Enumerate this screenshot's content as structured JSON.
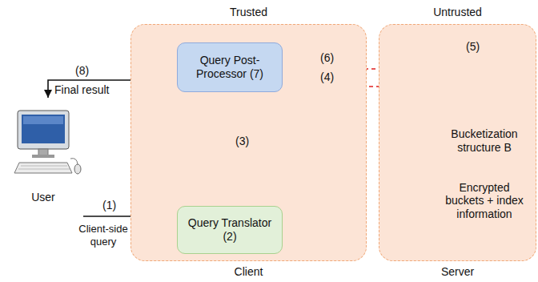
{
  "diagram": {
    "nodes": [
      {
        "text": [
          "User"
        ]
      },
      {
        "text": [
          "Trusted",
          "Client"
        ]
      },
      {
        "text": [
          "Query Post-Processor (7)"
        ],
        "in": 1
      },
      {
        "text": [
          "Query Translator (2)"
        ],
        "in": 1
      },
      {
        "text": [
          "Untrusted",
          "Server"
        ]
      },
      {
        "text": [
          "Bucketization structure B",
          "Encrypted buckets + index information"
        ],
        "in": 4
      }
    ],
    "edges": [
      {
        "from": 0,
        "to": 3,
        "arrow": "to",
        "label": "Client-side query"
      },
      {
        "from": 3,
        "to": 2,
        "arrow": "to",
        "label": "(3)"
      },
      {
        "from": 2,
        "to": 5,
        "arrow": "to",
        "label": "(4)"
      },
      {
        "from": 5,
        "to": 2,
        "arrow": "to",
        "label": "(6)"
      },
      {
        "from": 2,
        "to": 0,
        "arrow": "to",
        "label": "Final result"
      }
    ],
    "labels": [
      "(8)",
      "(1)",
      "(5)"
    ]
  }
}
